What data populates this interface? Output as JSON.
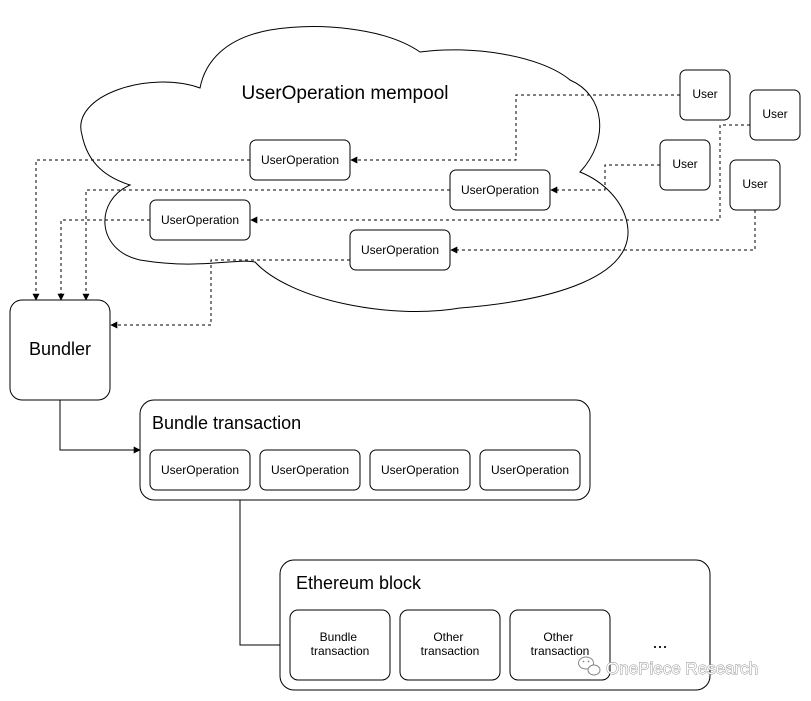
{
  "mempool": {
    "title": "UserOperation mempool",
    "operations": [
      "UserOperation",
      "UserOperation",
      "UserOperation",
      "UserOperation"
    ]
  },
  "users": [
    "User",
    "User",
    "User",
    "User"
  ],
  "bundler": {
    "label": "Bundler"
  },
  "bundle_transaction": {
    "title": "Bundle transaction",
    "operations": [
      "UserOperation",
      "UserOperation",
      "UserOperation",
      "UserOperation"
    ]
  },
  "ethereum_block": {
    "title": "Ethereum block",
    "transactions": [
      [
        "Bundle",
        "transaction"
      ],
      [
        "Other",
        "transaction"
      ],
      [
        "Other",
        "transaction"
      ]
    ],
    "more": "..."
  },
  "watermark": {
    "text": "OnePiece Research",
    "icon": "wechat-logo-icon"
  }
}
